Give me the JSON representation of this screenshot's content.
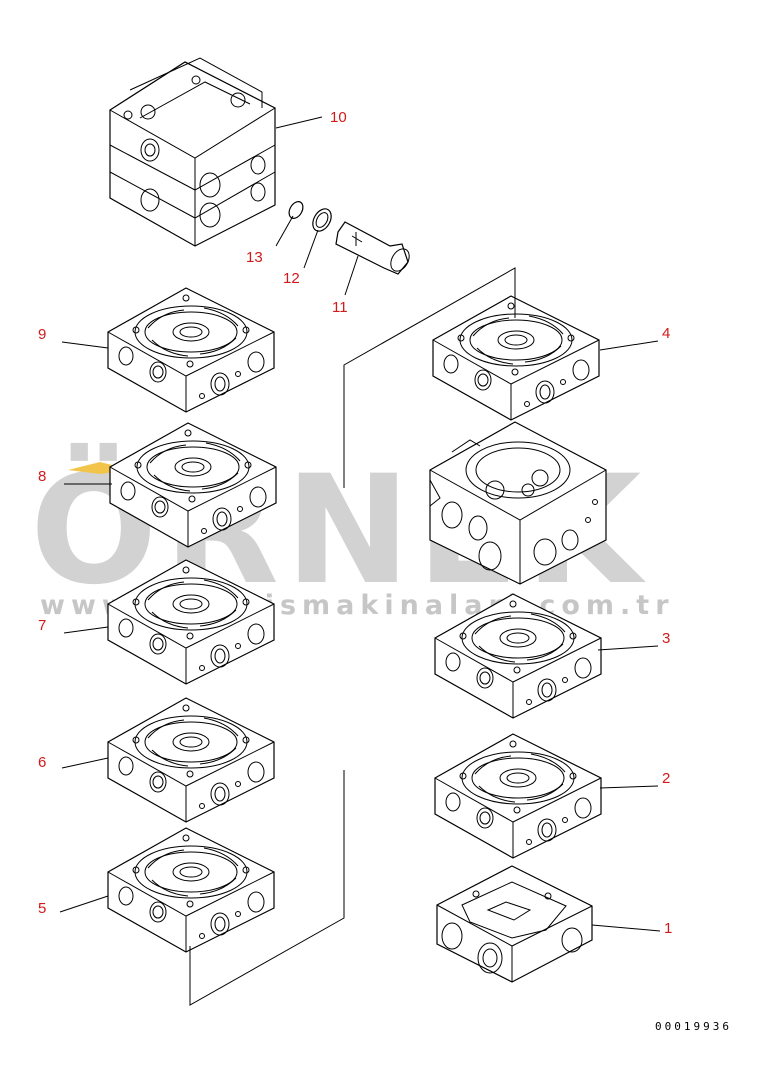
{
  "callouts": [
    {
      "id": "1",
      "label": "1"
    },
    {
      "id": "2",
      "label": "2"
    },
    {
      "id": "3",
      "label": "3"
    },
    {
      "id": "4",
      "label": "4"
    },
    {
      "id": "5",
      "label": "5"
    },
    {
      "id": "6",
      "label": "6"
    },
    {
      "id": "7",
      "label": "7"
    },
    {
      "id": "8",
      "label": "8"
    },
    {
      "id": "9",
      "label": "9"
    },
    {
      "id": "10",
      "label": "10"
    },
    {
      "id": "11",
      "label": "11"
    },
    {
      "id": "12",
      "label": "12"
    },
    {
      "id": "13",
      "label": "13"
    }
  ],
  "watermark": {
    "brand": "ÖRNEK",
    "url": "www.ornekismakinalari.com.tr"
  },
  "drawing_code": "00019936",
  "colors": {
    "callout": "#d11a1a",
    "watermark": "#d2d2d2",
    "watermark_accent": "#f2c44a",
    "line": "#000000"
  }
}
